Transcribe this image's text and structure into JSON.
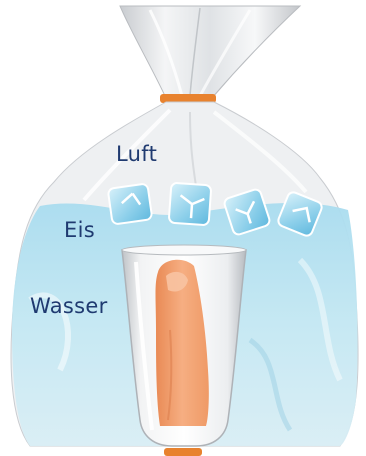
{
  "labels": {
    "air": "Luft",
    "ice": "Eis",
    "water": "Wasser"
  },
  "colors": {
    "label_text": "#1f3a70",
    "bag_tie": "#e8822e",
    "finger": "#f4a77a",
    "water_tint": "#bfe6f1",
    "ice_tint": "#a9dcef"
  },
  "icons": [
    "plastic-bag",
    "bag-tie",
    "ice-cube",
    "glass-tube",
    "finger"
  ]
}
